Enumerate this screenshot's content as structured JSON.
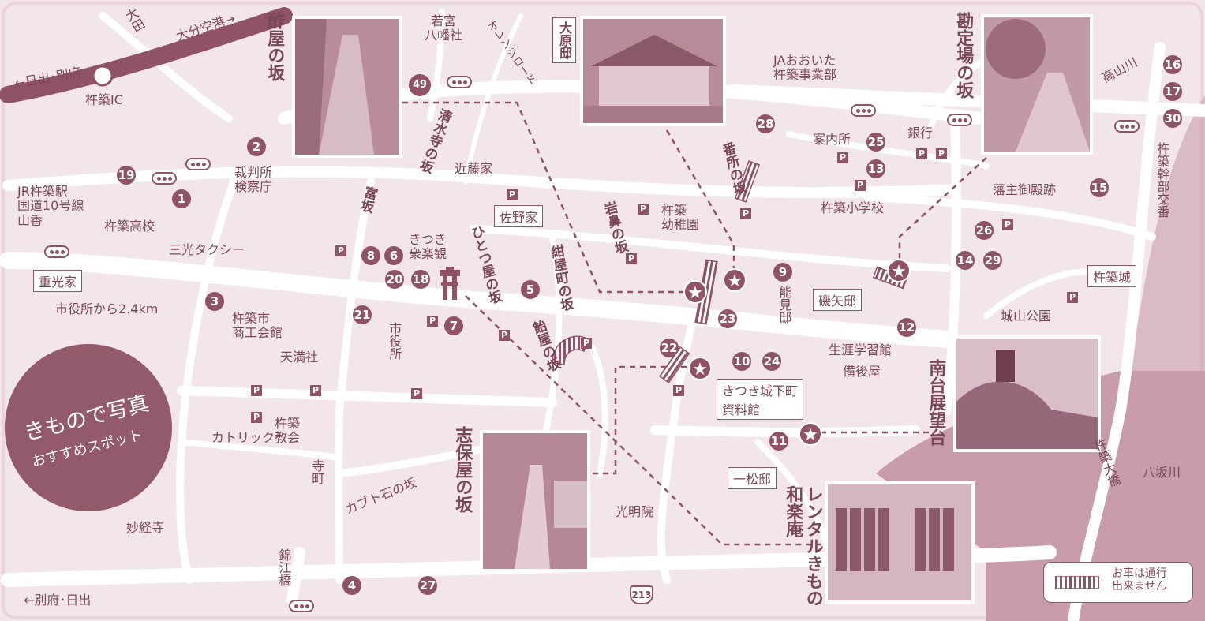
{
  "labels": {
    "oita": "大田",
    "oita_airport": "大分空港→",
    "hiji_beppu": "←日出･別府",
    "kitsuki_ic": "杵築IC",
    "route49": "49",
    "wakamiya": "若宮\n八幡社",
    "orange_road": "オレンジロード",
    "jr_station": "JR杵築駅\n国道10号線\n山香",
    "kitsuki_high": "杵築高校",
    "sanko_taxi": "三光タクシー",
    "court": "裁判所\n検察庁",
    "kondo": "近藤家",
    "sanoke": "佐野家",
    "shigemitsu": "重光家",
    "kitsuki_juraku": "きつき\n衆楽観",
    "from_city_hall": "市役所から2.4km",
    "chamber": "杵築市\n商工会館",
    "tenmansha": "天満社",
    "city_hall": "市役所",
    "kindergarten": "杵築\n幼稚園",
    "elementary": "杵築小学校",
    "ja_oita": "JAおおいた\n杵築事業部",
    "info": "案内所",
    "bank": "銀行",
    "hanshu": "藩主御殿跡",
    "kitsuki_castle": "杵築城",
    "shiroyama_park": "城山公園",
    "isoyatei": "磯矢邸",
    "nomitei": "能見邸",
    "lifelong": "生涯学習館",
    "bingoya": "備後屋",
    "castle_town": "きつき城下町\n資料館",
    "hitotsumatsu": "一松邸",
    "komyoin": "光明院",
    "catholic": "杵築\nカトリック教会",
    "teramachi": "寺町",
    "myokyoji": "妙経寺",
    "kabutoishi": "カブト石の坂",
    "nishikie": "錦江橋",
    "beppu_hiji": "←別府･日出",
    "route213": "213",
    "yasaka_river": "八坂川",
    "takayama_river": "高山川",
    "kitsuki_bridge": "杵築大橋",
    "kitsuki_kanbu": "杵築幹部交番",
    "rental_kimono": "レンタルきもの\n和楽庵"
  },
  "slopes": {
    "suya": "酢屋の坂",
    "ohara": "大原邸",
    "kanjoba": "勘定場の坂",
    "kiyomizudera": "清水寺の坂",
    "tomi": "富坂",
    "hitotsuya": "ひとつ屋の坂",
    "koyamachi": "紺屋町の坂",
    "ameya": "飴屋の坂",
    "iwahana": "岩鼻の坂",
    "bansho": "番所の坂",
    "shiboya": "志保屋の坂",
    "nandai": "南台展望台"
  },
  "kimono_badge": {
    "line1": "きもので写真",
    "line2": "おすすめスポット"
  },
  "legend": {
    "text": "お車は通行\n出来ません"
  },
  "numbers": [
    "1",
    "2",
    "3",
    "4",
    "5",
    "6",
    "7",
    "8",
    "9",
    "10",
    "11",
    "12",
    "13",
    "14",
    "15",
    "16",
    "17",
    "18",
    "19",
    "20",
    "21",
    "22",
    "23",
    "24",
    "25",
    "26",
    "27",
    "28",
    "29",
    "30"
  ],
  "parking": "P",
  "star": "★",
  "colors": {
    "bg": "#f2e6ea",
    "road": "#ffffff",
    "accent": "#8f5266",
    "text": "#7a4758",
    "river": "#c79aa9"
  }
}
